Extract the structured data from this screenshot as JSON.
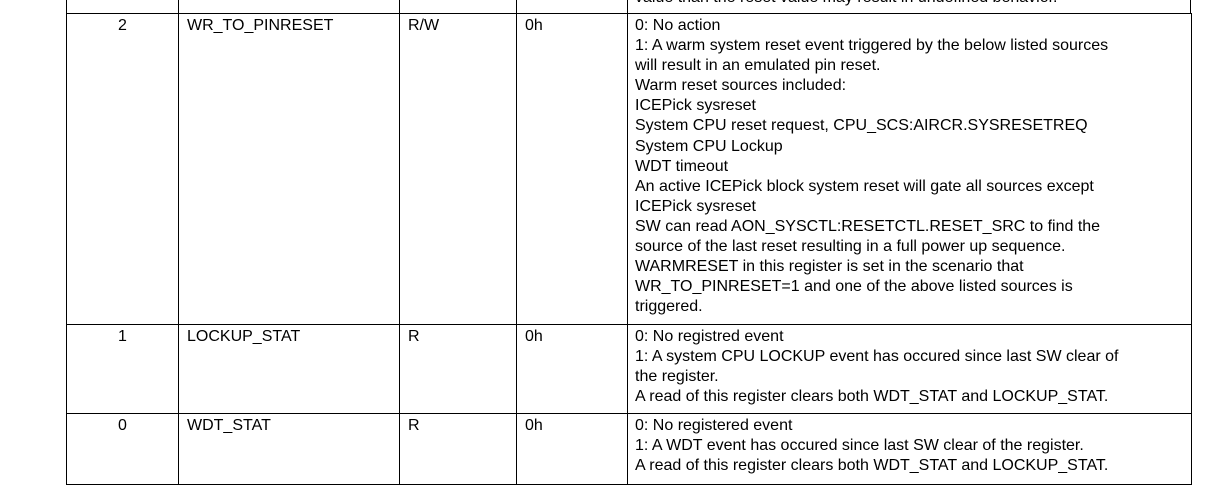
{
  "top_cutoff_text": "value than the reset value may result in undefined behavior.",
  "rows": [
    {
      "bit": "2",
      "field": "WR_TO_PINRESET",
      "type": "R/W",
      "reset": "0h",
      "description": [
        "0: No action",
        "1: A warm system reset event triggered by the below listed sources",
        "will result in an emulated pin reset.",
        "Warm reset sources included:",
        "ICEPick sysreset",
        "System CPU reset request, CPU_SCS:AIRCR.SYSRESETREQ",
        "System CPU Lockup",
        "WDT timeout",
        "An active ICEPick block system reset will gate all sources except",
        "ICEPick sysreset",
        "SW can read AON_SYSCTL:RESETCTL.RESET_SRC to find the",
        "source of the last reset resulting in a full power up sequence.",
        "WARMRESET in this register is set in the scenario that",
        "WR_TO_PINRESET=1 and one of the above listed sources is",
        "triggered."
      ]
    },
    {
      "bit": "1",
      "field": "LOCKUP_STAT",
      "type": "R",
      "reset": "0h",
      "description": [
        "0: No registred event",
        "1: A system CPU LOCKUP event has occured since last SW clear of",
        "the register.",
        "A read of this register clears both WDT_STAT and LOCKUP_STAT."
      ]
    },
    {
      "bit": "0",
      "field": "WDT_STAT",
      "type": "R",
      "reset": "0h",
      "description": [
        "0: No registered event",
        "1: A WDT event has occured since last SW clear of the register.",
        "A read of this register clears both WDT_STAT and LOCKUP_STAT."
      ]
    }
  ]
}
